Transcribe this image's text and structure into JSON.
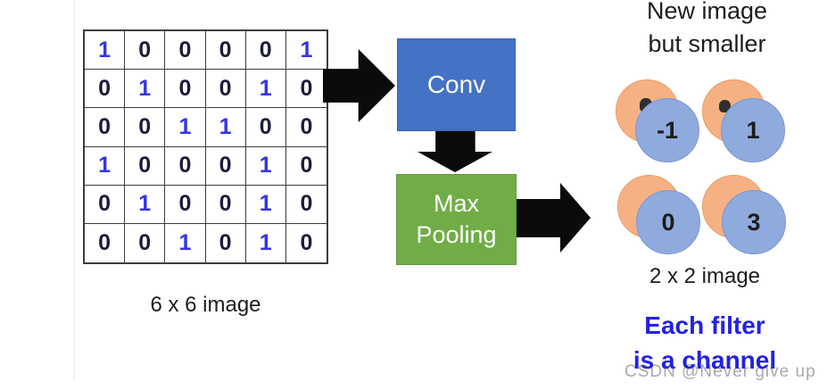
{
  "input_matrix": {
    "rows": [
      [
        "1",
        "0",
        "0",
        "0",
        "0",
        "1"
      ],
      [
        "0",
        "1",
        "0",
        "0",
        "1",
        "0"
      ],
      [
        "0",
        "0",
        "1",
        "1",
        "0",
        "0"
      ],
      [
        "1",
        "0",
        "0",
        "0",
        "1",
        "0"
      ],
      [
        "0",
        "1",
        "0",
        "0",
        "1",
        "0"
      ],
      [
        "0",
        "0",
        "1",
        "0",
        "1",
        "0"
      ]
    ],
    "one_color": "#3535E0",
    "zero_color": "#1C1C3A",
    "caption": "6 x 6 image"
  },
  "pipeline": {
    "conv": {
      "label": "Conv",
      "fill": "#4472C4"
    },
    "max_pooling": {
      "label_line1": "Max",
      "label_line2": "Pooling",
      "fill": "#70AD47"
    },
    "arrow_color": "#0B0B0B"
  },
  "output": {
    "heading_line1": "New image",
    "heading_line2": "but smaller",
    "values": [
      "-1",
      "1",
      "0",
      "3"
    ],
    "caption": "2 x 2 image",
    "note_line1": "Each filter",
    "note_line2": "is a channel",
    "note_color": "#2222E2",
    "front_circle_fill": "#8FAADC",
    "back_circle_fill": "#F5B183"
  },
  "watermark": "CSDN @Never give up"
}
